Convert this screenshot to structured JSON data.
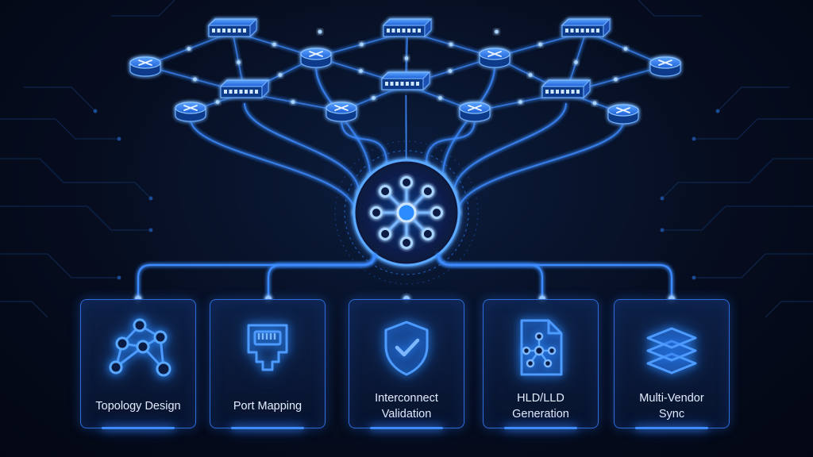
{
  "diagram": {
    "network_nodes": [
      {
        "id": "sw1",
        "kind": "switch-icon"
      },
      {
        "id": "sw2",
        "kind": "switch-icon"
      },
      {
        "id": "sw3",
        "kind": "switch-icon"
      },
      {
        "id": "r1",
        "kind": "router-icon"
      },
      {
        "id": "r2",
        "kind": "router-icon"
      },
      {
        "id": "r3",
        "kind": "router-icon"
      },
      {
        "id": "r4",
        "kind": "router-icon"
      },
      {
        "id": "sw4",
        "kind": "switch-icon"
      },
      {
        "id": "sw5",
        "kind": "switch-icon"
      },
      {
        "id": "sw6",
        "kind": "switch-icon"
      },
      {
        "id": "r5",
        "kind": "router-icon"
      },
      {
        "id": "r6",
        "kind": "router-icon"
      },
      {
        "id": "r7",
        "kind": "router-icon"
      },
      {
        "id": "r8",
        "kind": "router-icon"
      }
    ],
    "links": [
      [
        "sw1",
        "sw2"
      ],
      [
        "sw2",
        "sw3"
      ],
      [
        "r1",
        "sw1"
      ],
      [
        "sw1",
        "r2"
      ],
      [
        "r2",
        "sw2"
      ],
      [
        "sw2",
        "r3"
      ],
      [
        "r3",
        "sw3"
      ],
      [
        "sw3",
        "r4"
      ],
      [
        "r1",
        "sw4"
      ],
      [
        "r2",
        "sw4"
      ],
      [
        "r2",
        "sw5"
      ],
      [
        "r3",
        "sw5"
      ],
      [
        "r3",
        "sw6"
      ],
      [
        "r4",
        "sw6"
      ],
      [
        "sw4",
        "r5"
      ],
      [
        "sw4",
        "r6"
      ],
      [
        "sw5",
        "r6"
      ],
      [
        "sw5",
        "r7"
      ],
      [
        "sw6",
        "r7"
      ],
      [
        "sw6",
        "r8"
      ],
      [
        "sw1",
        "sw4"
      ],
      [
        "sw2",
        "sw5"
      ],
      [
        "sw3",
        "sw6"
      ]
    ],
    "hub": {
      "icon": "hub-network-icon"
    },
    "modules": [
      {
        "label": "Topology Design",
        "icon": "topology-graph-icon"
      },
      {
        "label": "Port Mapping",
        "icon": "ethernet-port-icon"
      },
      {
        "label": "Interconnect\nValidation",
        "icon": "shield-check-icon"
      },
      {
        "label": "HLD/LLD\nGeneration",
        "icon": "document-network-icon"
      },
      {
        "label": "Multi-Vendor\nSync",
        "icon": "layers-icon"
      }
    ],
    "colors": {
      "accent": "#3d8bff",
      "glow": "#2b8cff",
      "bright": "#a9d4ff",
      "background": "#060d1f",
      "text": "#e4ecff"
    }
  }
}
